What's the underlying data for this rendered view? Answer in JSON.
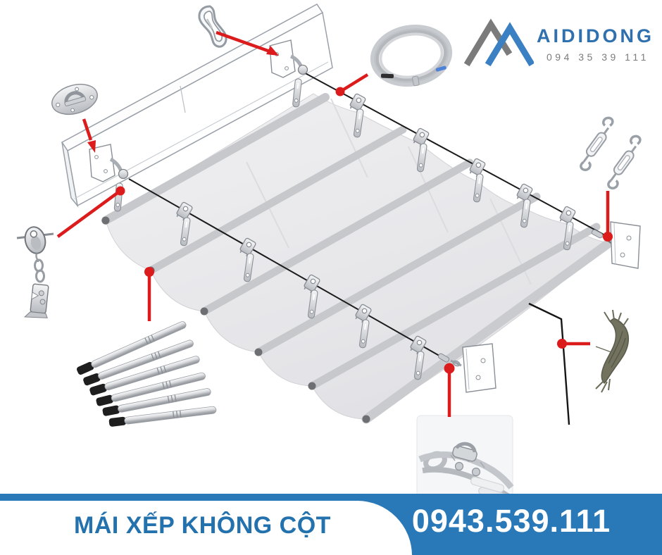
{
  "logo": {
    "brand": "AIDIDONG",
    "phone": "094 35 39 111"
  },
  "banner": {
    "title": "MÁI XẾP KHÔNG CỘT",
    "phone": "0943.539.111"
  },
  "colors": {
    "accent_red": "#dc1c1c",
    "banner_blue": "#2979b9",
    "brand_blue": "#2f70ae",
    "phone_gray": "#7b7b7b",
    "fabric_gray": "#e9e9ec",
    "slat_gray": "#c6c8cb",
    "cable_black": "#1b1b1b"
  },
  "icons": [
    "mountain-logo-icon",
    "carabiner-icon",
    "pad-eye-plate-icon",
    "wire-rope-coil-icon",
    "turnbuckle-icon",
    "pulley-tensioner-icon",
    "pole-bundle-icon",
    "rope-hank-icon",
    "cable-clamp-photo-icon"
  ]
}
